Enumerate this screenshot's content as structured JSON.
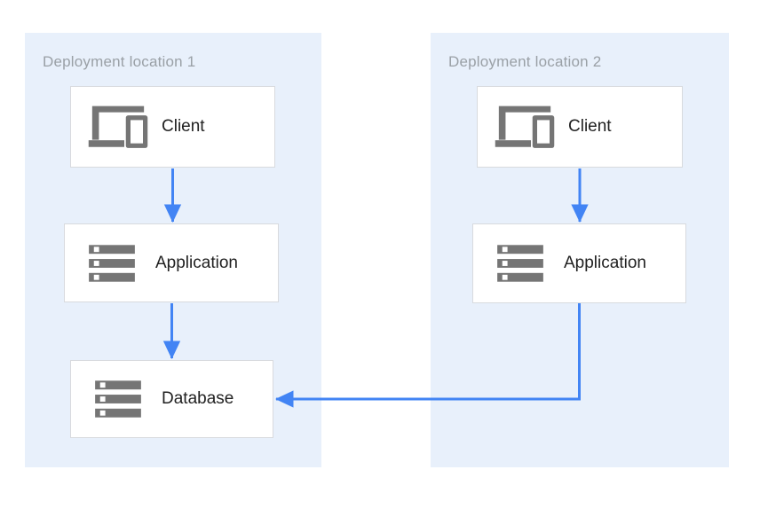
{
  "diagram": {
    "zones": [
      {
        "id": "zone1",
        "title": "Deployment location 1",
        "nodes": [
          {
            "id": "client1",
            "label": "Client",
            "icon": "devices-icon"
          },
          {
            "id": "app1",
            "label": "Application",
            "icon": "storage-icon"
          },
          {
            "id": "db1",
            "label": "Database",
            "icon": "storage-icon"
          }
        ]
      },
      {
        "id": "zone2",
        "title": "Deployment location 2",
        "nodes": [
          {
            "id": "client2",
            "label": "Client",
            "icon": "devices-icon"
          },
          {
            "id": "app2",
            "label": "Application",
            "icon": "storage-icon"
          }
        ]
      }
    ],
    "connections": [
      {
        "from": "client1",
        "to": "app1"
      },
      {
        "from": "app1",
        "to": "db1"
      },
      {
        "from": "client2",
        "to": "app2"
      },
      {
        "from": "app2",
        "to": "db1"
      }
    ],
    "colors": {
      "zone_background": "#e8f0fb",
      "node_background": "#ffffff",
      "node_border": "#d8dade",
      "arrow": "#4284f4",
      "icon": "#757575",
      "zone_title_text": "#9aa0a6",
      "node_label_text": "#212121"
    }
  }
}
